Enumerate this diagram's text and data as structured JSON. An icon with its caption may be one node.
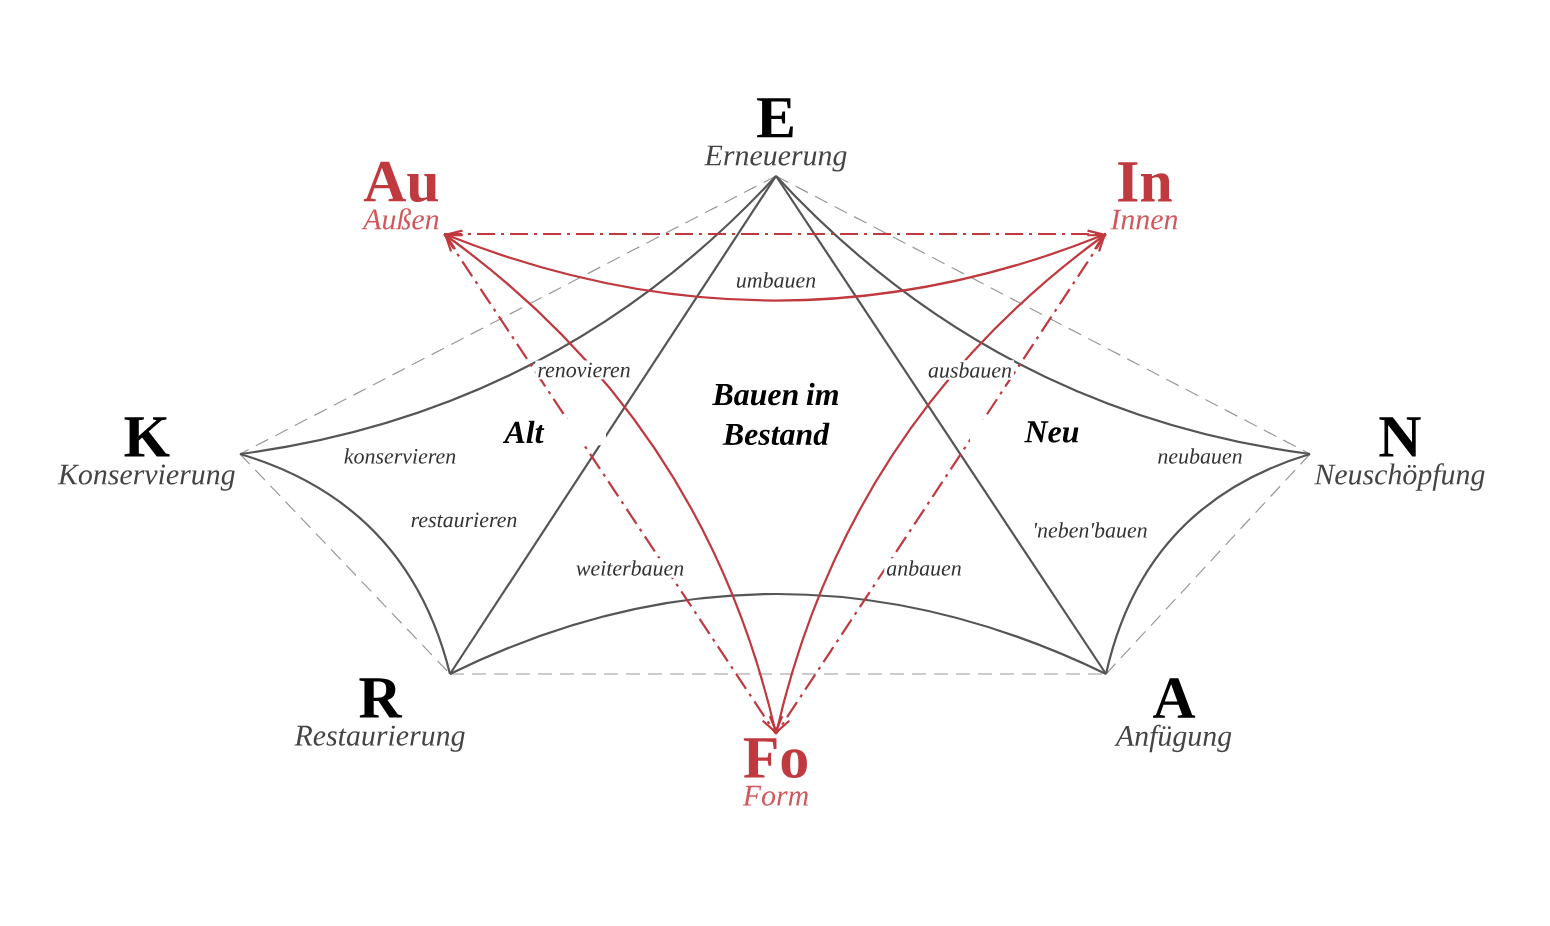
{
  "diagram": {
    "nodes": [
      {
        "text": [
          "E",
          "Erneuerung"
        ]
      },
      {
        "text": [
          "Au",
          "Außen"
        ]
      },
      {
        "text": [
          "In",
          "Innen"
        ]
      },
      {
        "text": [
          "K",
          "Konservierung"
        ]
      },
      {
        "text": [
          "N",
          "Neuschöpfung"
        ]
      },
      {
        "text": [
          "R",
          "Restaurierung"
        ]
      },
      {
        "text": [
          "A",
          "Anfügung"
        ]
      },
      {
        "text": [
          "Fo",
          "Form"
        ]
      }
    ],
    "edges": [
      {
        "from": 0,
        "to": 3,
        "arrow": "none",
        "style": "dashed",
        "color": "#999999"
      },
      {
        "from": 0,
        "to": 4,
        "arrow": "none",
        "style": "dashed",
        "color": "#999999"
      },
      {
        "from": 3,
        "to": 5,
        "arrow": "none",
        "style": "dashed",
        "color": "#999999"
      },
      {
        "from": 4,
        "to": 6,
        "arrow": "none",
        "style": "dashed",
        "color": "#999999"
      },
      {
        "from": 5,
        "to": 6,
        "arrow": "none",
        "style": "dashed",
        "color": "#999999"
      },
      {
        "from": 3,
        "to": 0,
        "arrow": "none"
      },
      {
        "from": 3,
        "to": 5,
        "arrow": "none"
      },
      {
        "from": 5,
        "to": 6,
        "arrow": "none"
      },
      {
        "from": 4,
        "to": 0,
        "arrow": "none"
      },
      {
        "from": 4,
        "to": 6,
        "arrow": "none"
      },
      {
        "from": 0,
        "to": 5,
        "arrow": "none"
      },
      {
        "from": 0,
        "to": 6,
        "arrow": "none"
      },
      {
        "from": 1,
        "to": 2,
        "arrow": "none",
        "style": "dashed",
        "color": "#c0393f"
      },
      {
        "from": 1,
        "to": 7,
        "arrow": "none",
        "style": "dashed",
        "color": "#c0393f"
      },
      {
        "from": 2,
        "to": 7,
        "arrow": "none",
        "style": "dashed",
        "color": "#c0393f"
      },
      {
        "from": 1,
        "to": 2,
        "arrow": "both",
        "color": "#c0393f"
      },
      {
        "from": 1,
        "to": 7,
        "arrow": "both",
        "color": "#c0393f"
      },
      {
        "from": 2,
        "to": 7,
        "arrow": "both",
        "color": "#c0393f"
      }
    ],
    "labels": [
      "umbauen",
      "renovieren",
      "ausbauen",
      "Alt",
      "Bauen im Bestand",
      "Neu",
      "konservieren",
      "neubauen",
      "restaurieren",
      "'neben'bauen",
      "weiterbauen",
      "anbauen"
    ]
  }
}
